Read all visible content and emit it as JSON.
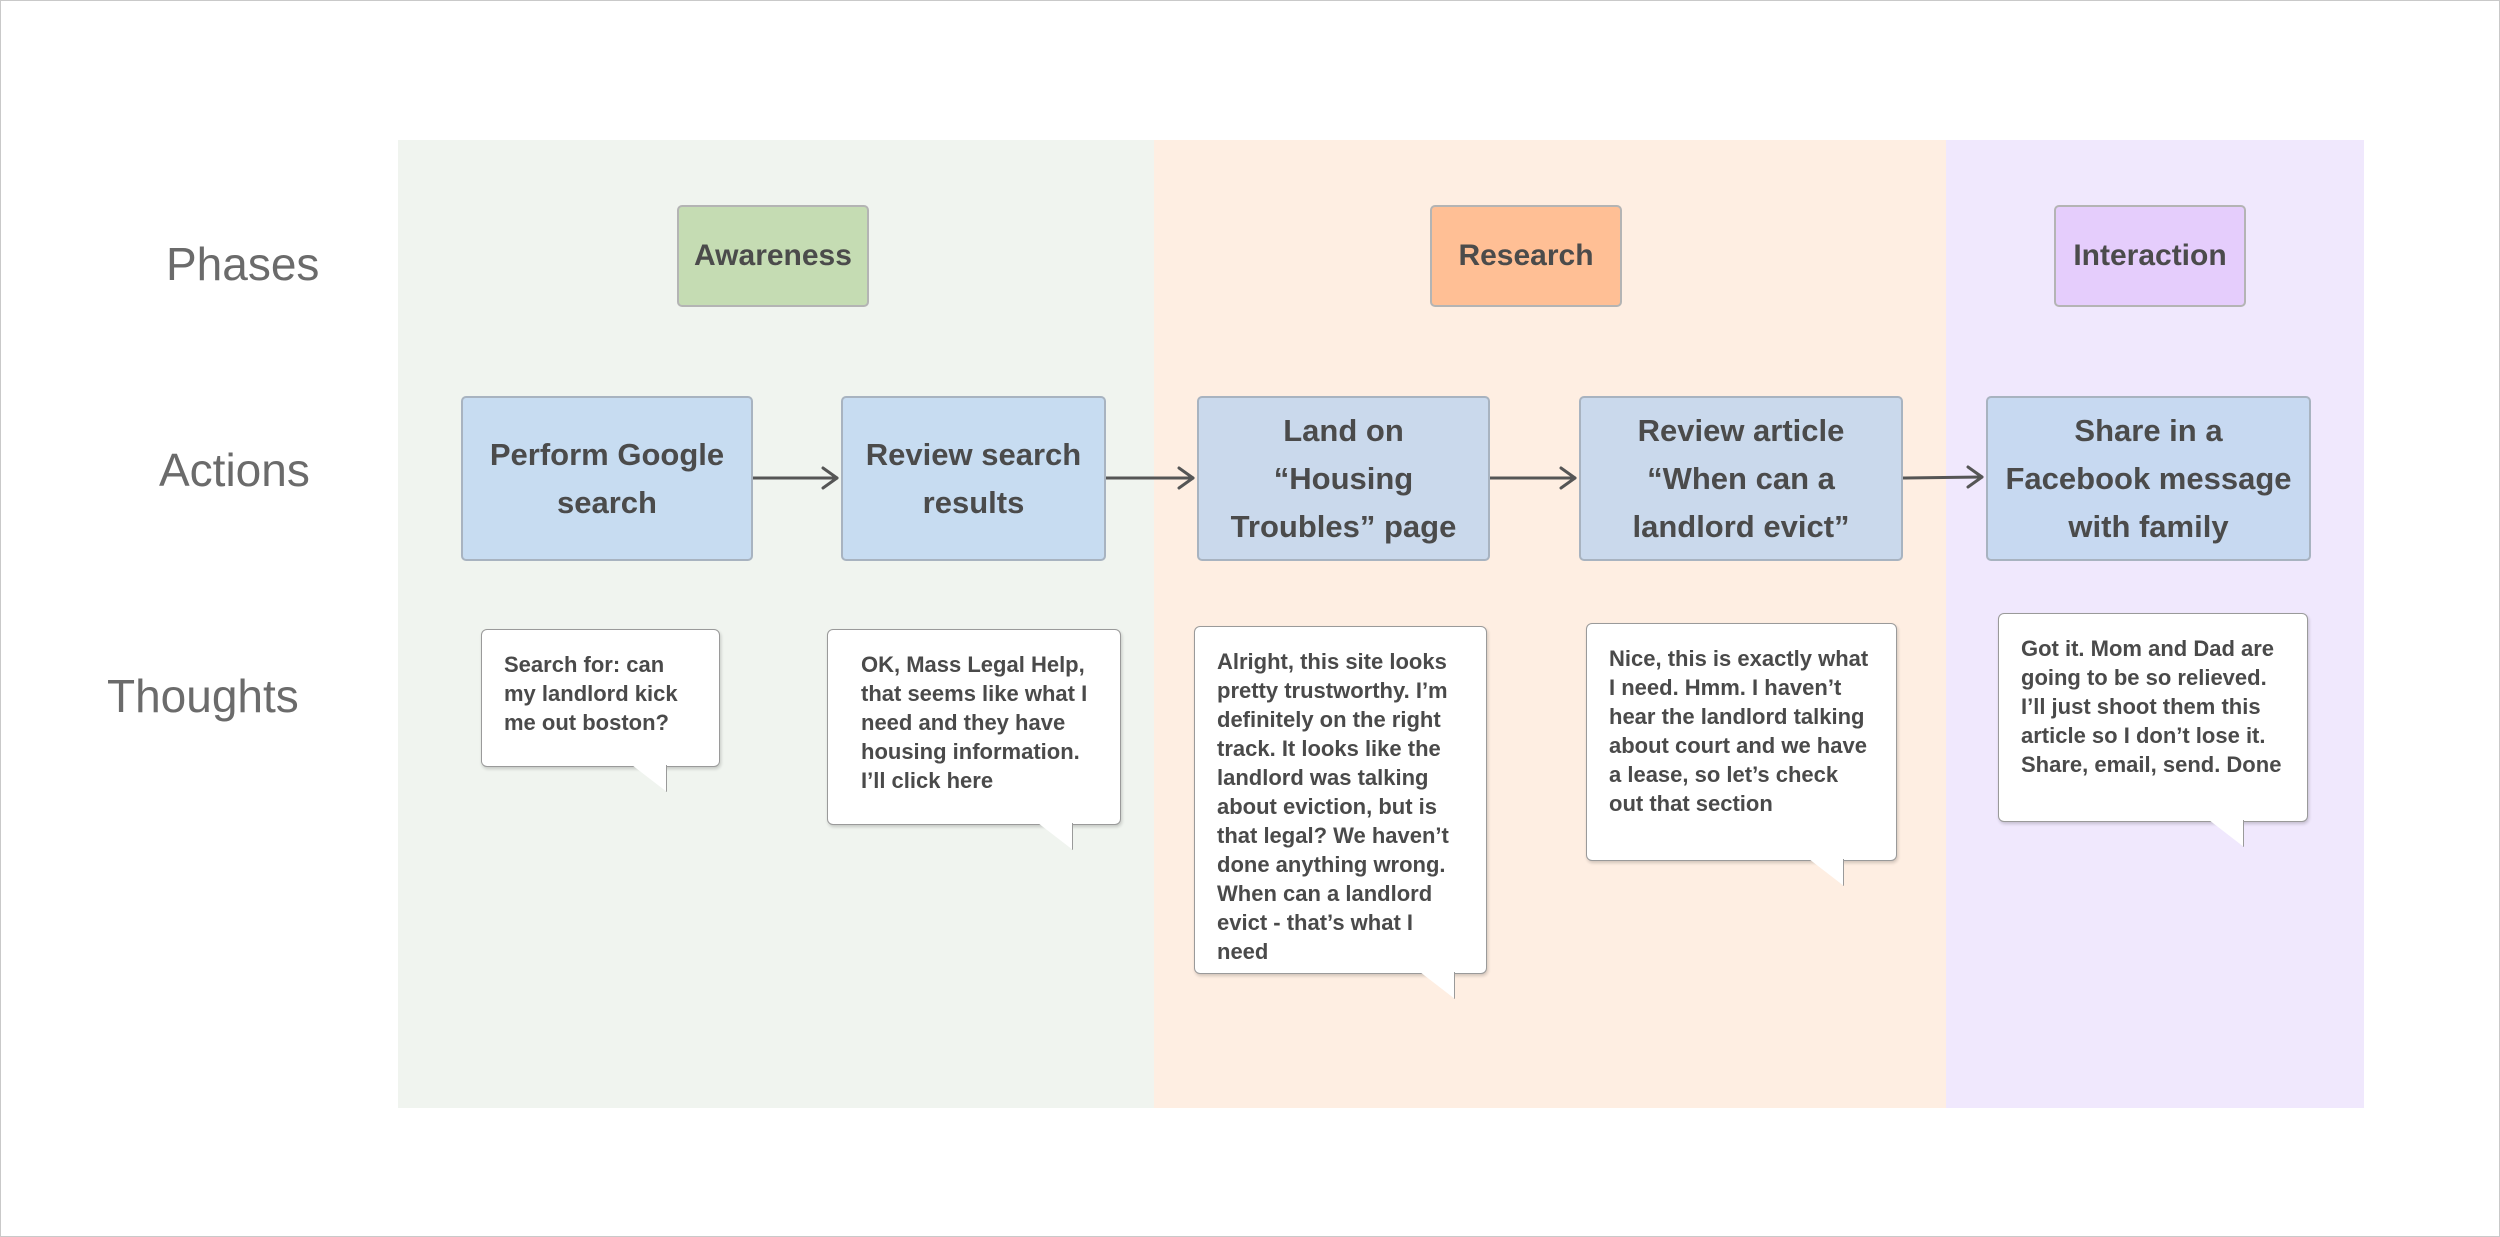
{
  "rows": {
    "phases": "Phases",
    "actions": "Actions",
    "thoughts": "Thoughts"
  },
  "phases": [
    {
      "label": "Awareness",
      "color": "#c5dcb3",
      "band_color": "#f0f4ef"
    },
    {
      "label": "Research",
      "color": "#ffbf95",
      "band_color": "#feeee2"
    },
    {
      "label": "Interaction",
      "color": "#e5cdfc",
      "band_color": "#f0e8fd"
    }
  ],
  "actions": [
    {
      "label": "Perform Google search"
    },
    {
      "label": "Review search results"
    },
    {
      "label": "Land on “Housing Troubles” page"
    },
    {
      "label": "Review article “When can a landlord evict”"
    },
    {
      "label": "Share in a Facebook message with family"
    }
  ],
  "thoughts": [
    {
      "text": "Search for: can my landlord kick me out boston?"
    },
    {
      "text": "OK, Mass Legal Help, that seems like what I need and they have housing information. I’ll click here"
    },
    {
      "text": "Alright, this site looks pretty trustworthy. I’m definitely on the right track. It looks like the landlord was talking about eviction, but is that legal? We haven’t done anything wrong. When can a landlord evict - that’s what I need"
    },
    {
      "text": "Nice, this is exactly what I need. Hmm. I haven’t hear the landlord talking about court and we have a lease, so let’s check out that section"
    },
    {
      "text": "Got it. Mom and Dad are going to be so relieved. I’ll just shoot them this article so I don’t lose it. Share, email, send. Done"
    }
  ],
  "colors": {
    "action_fill": "#c7dcf1",
    "connector": "#555555",
    "label_text": "#6b6b6b"
  }
}
